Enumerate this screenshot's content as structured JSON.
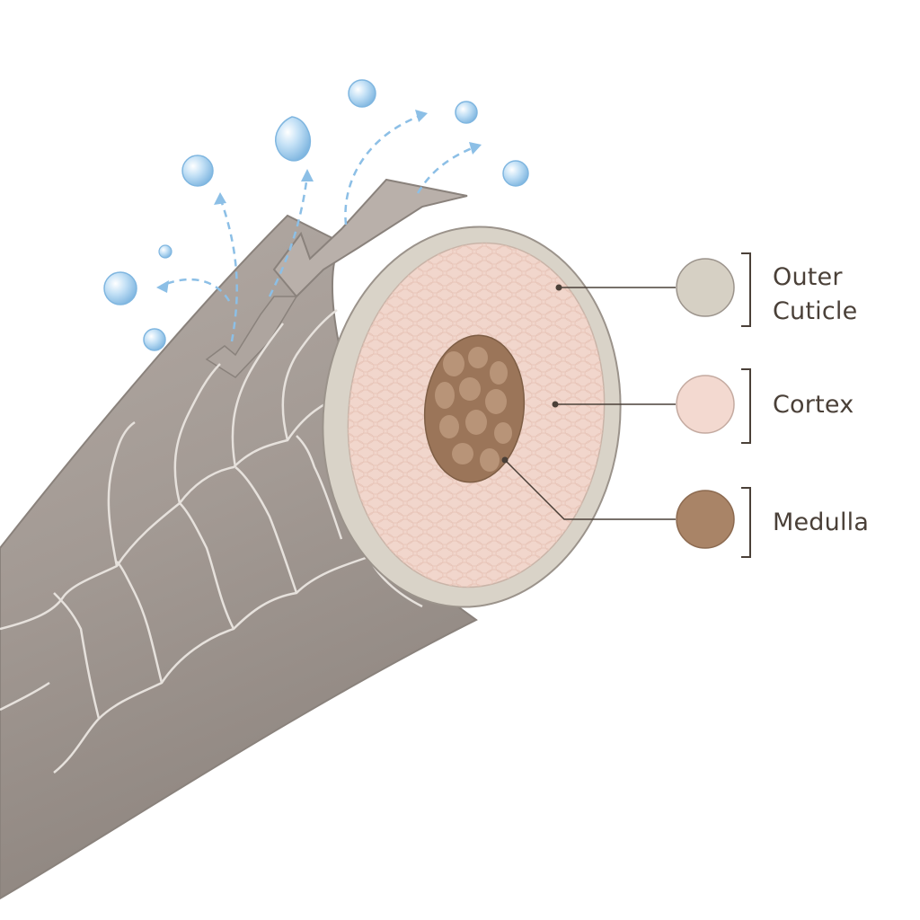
{
  "legend": {
    "cuticle": {
      "label": "Outer\nCuticle",
      "swatch_color": "#d6d0c4"
    },
    "cortex": {
      "label": "Cortex",
      "swatch_color": "#f3d9d0"
    },
    "medulla": {
      "label": "Medulla",
      "swatch_color": "#a98467"
    }
  },
  "colors": {
    "shaft": "#a49b95",
    "shaft_dark": "#8c837d",
    "cuticle_ring": "#d9d3c8",
    "cortex_fill": "#f1d6cc",
    "medulla_fill": "#a47f62",
    "water": "#8fc3ea",
    "arrow": "#8cbfe6",
    "leader": "#4a4038"
  },
  "icons": {
    "water_drop": "water-droplet-icon",
    "moisture_arrow": "dashed-curved-arrow-icon"
  }
}
